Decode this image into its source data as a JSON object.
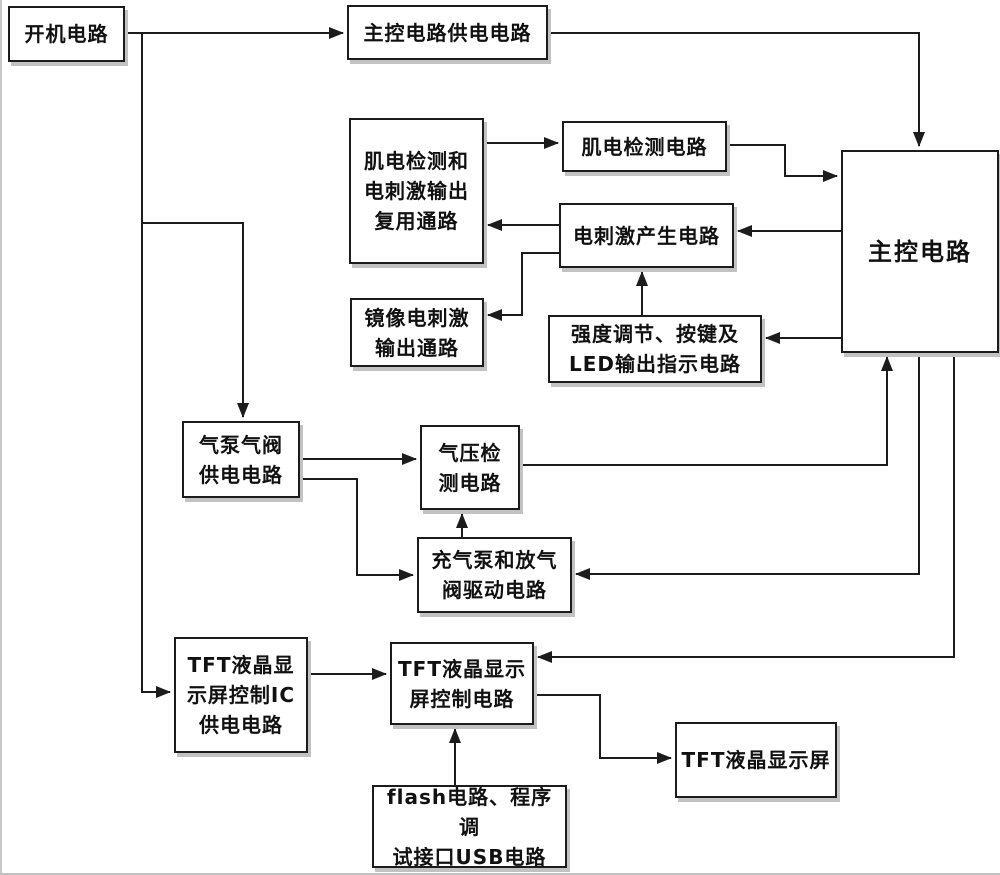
{
  "figure": {
    "type": "block-diagram",
    "background": "#ffffff",
    "line_color": "#1c1c1c",
    "shadow_color": "#c2c2c2"
  },
  "nodes": {
    "power_on": {
      "label": "开机电路"
    },
    "main_power": {
      "label": "主控电路供电电路"
    },
    "emg_mux": {
      "label": "肌电检测和\n电刺激输出\n复用通路"
    },
    "emg_detect": {
      "label": "肌电检测电路"
    },
    "stim_gen": {
      "label": "电刺激产生电路"
    },
    "mirror_out": {
      "label": "镜像电刺激\n输出通路"
    },
    "intensity_led": {
      "label": "强度调节、按键及\nLED输出指示电路"
    },
    "main_ctrl": {
      "label": "主控电路"
    },
    "pump_valve_power": {
      "label": "气泵气阀\n供电电路"
    },
    "pressure_detect": {
      "label": "气压检\n测电路"
    },
    "pump_drive": {
      "label": "充气泵和放气\n阀驱动电路"
    },
    "tft_ic_power": {
      "label": "TFT液晶显\n示屏控制IC\n供电电路"
    },
    "tft_ctrl": {
      "label": "TFT液晶显示\n屏控制电路"
    },
    "tft_screen": {
      "label": "TFT液晶显示屏"
    },
    "flash_usb": {
      "label": "flash电路、程序调\n试接口USB电路"
    }
  },
  "edges": [
    {
      "from": "power_on",
      "to": "main_power"
    },
    {
      "from": "main_power",
      "to": "main_ctrl"
    },
    {
      "from": "power_on",
      "to": "tft_ic_power"
    },
    {
      "from": "power_on",
      "to": "pump_valve_power"
    },
    {
      "from": "emg_mux",
      "to": "emg_detect"
    },
    {
      "from": "emg_detect",
      "to": "main_ctrl"
    },
    {
      "from": "main_ctrl",
      "to": "stim_gen"
    },
    {
      "from": "stim_gen",
      "to": "emg_mux"
    },
    {
      "from": "stim_gen",
      "to": "mirror_out"
    },
    {
      "from": "intensity_led",
      "to": "stim_gen"
    },
    {
      "from": "main_ctrl",
      "to": "intensity_led"
    },
    {
      "from": "pump_valve_power",
      "to": "pressure_detect"
    },
    {
      "from": "pump_valve_power",
      "to": "pump_drive"
    },
    {
      "from": "pump_drive",
      "to": "pressure_detect"
    },
    {
      "from": "pressure_detect",
      "to": "main_ctrl"
    },
    {
      "from": "main_ctrl",
      "to": "pump_drive"
    },
    {
      "from": "main_ctrl",
      "to": "tft_ctrl"
    },
    {
      "from": "tft_ic_power",
      "to": "tft_ctrl"
    },
    {
      "from": "tft_ctrl",
      "to": "tft_screen"
    },
    {
      "from": "flash_usb",
      "to": "tft_ctrl"
    }
  ]
}
